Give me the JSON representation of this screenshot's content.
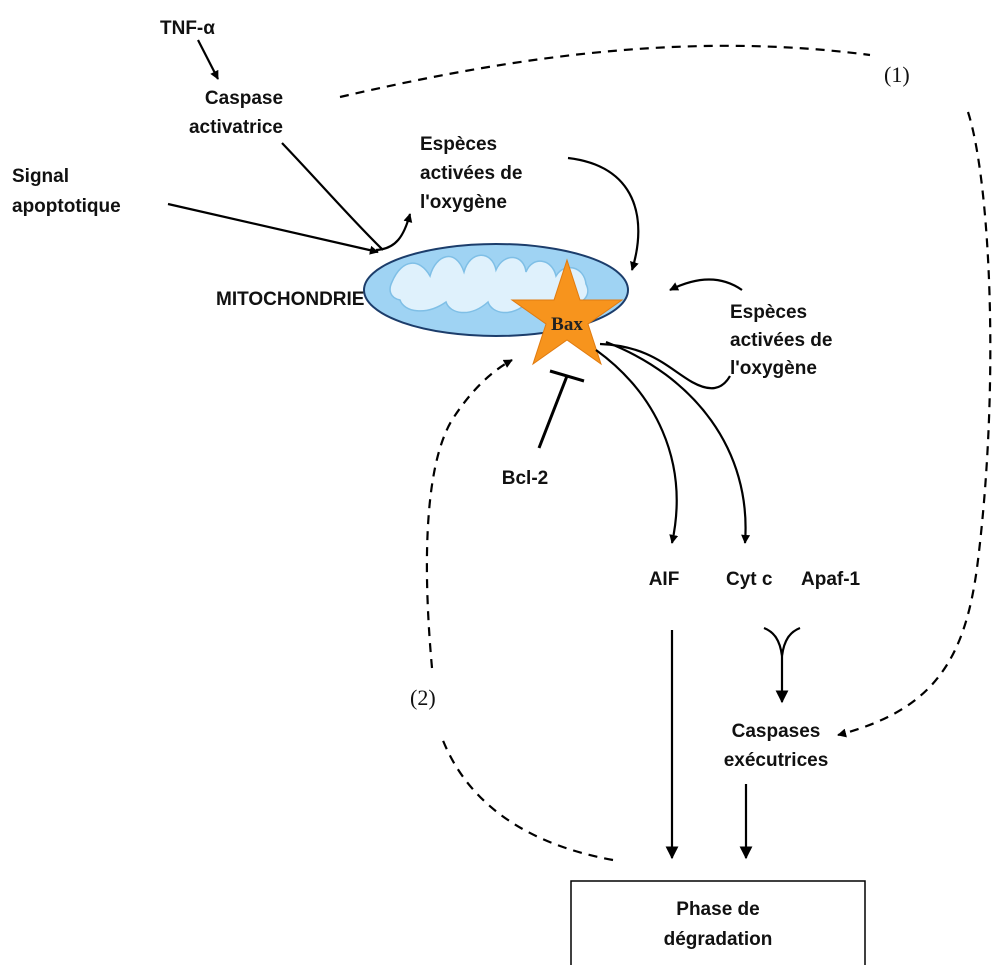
{
  "labels": {
    "tnf": "TNF-α",
    "caspase_activatrice_1": "Caspase",
    "caspase_activatrice_2": "activatrice",
    "signal_1": "Signal",
    "signal_2": "apoptotique",
    "ros_top_1": "Espèces",
    "ros_top_2": "activées de",
    "ros_top_3": "l'oxygène",
    "ros_right_1": "Espèces",
    "ros_right_2": "activées de",
    "ros_right_3": "l'oxygène",
    "mitochondrie": "MITOCHONDRIE",
    "bax": "Bax",
    "bcl2": "Bcl-2",
    "aif": "AIF",
    "cytc": "Cyt c",
    "apaf1": "Apaf-1",
    "caspases_exec_1": "Caspases",
    "caspases_exec_2": "exécutrices",
    "phase_1": "Phase de",
    "phase_2": "dégradation",
    "path1": "(1)",
    "path2": "(2)"
  },
  "colors": {
    "mitochondria_fill": "#9fd3f3",
    "mitochondria_inner": "#dff1fc",
    "mitochondria_stroke": "#1c3d6b",
    "star_fill": "#f7941d"
  }
}
